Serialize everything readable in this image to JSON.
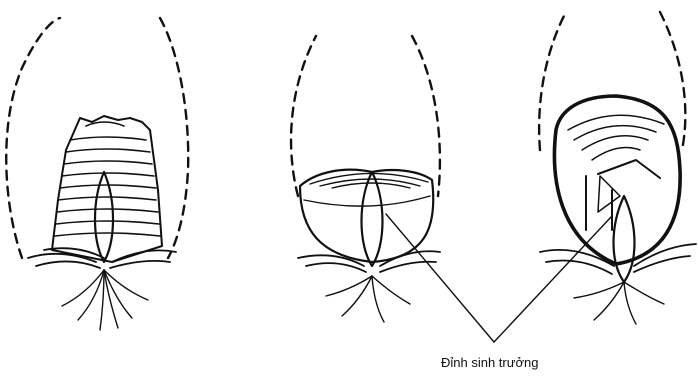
{
  "figure": {
    "callout_label": "Đỉnh sinh trưởng",
    "panels": [
      {
        "id": "whole-bulb"
      },
      {
        "id": "cut-bulb-open"
      },
      {
        "id": "cut-bulb-enclosed"
      }
    ]
  }
}
